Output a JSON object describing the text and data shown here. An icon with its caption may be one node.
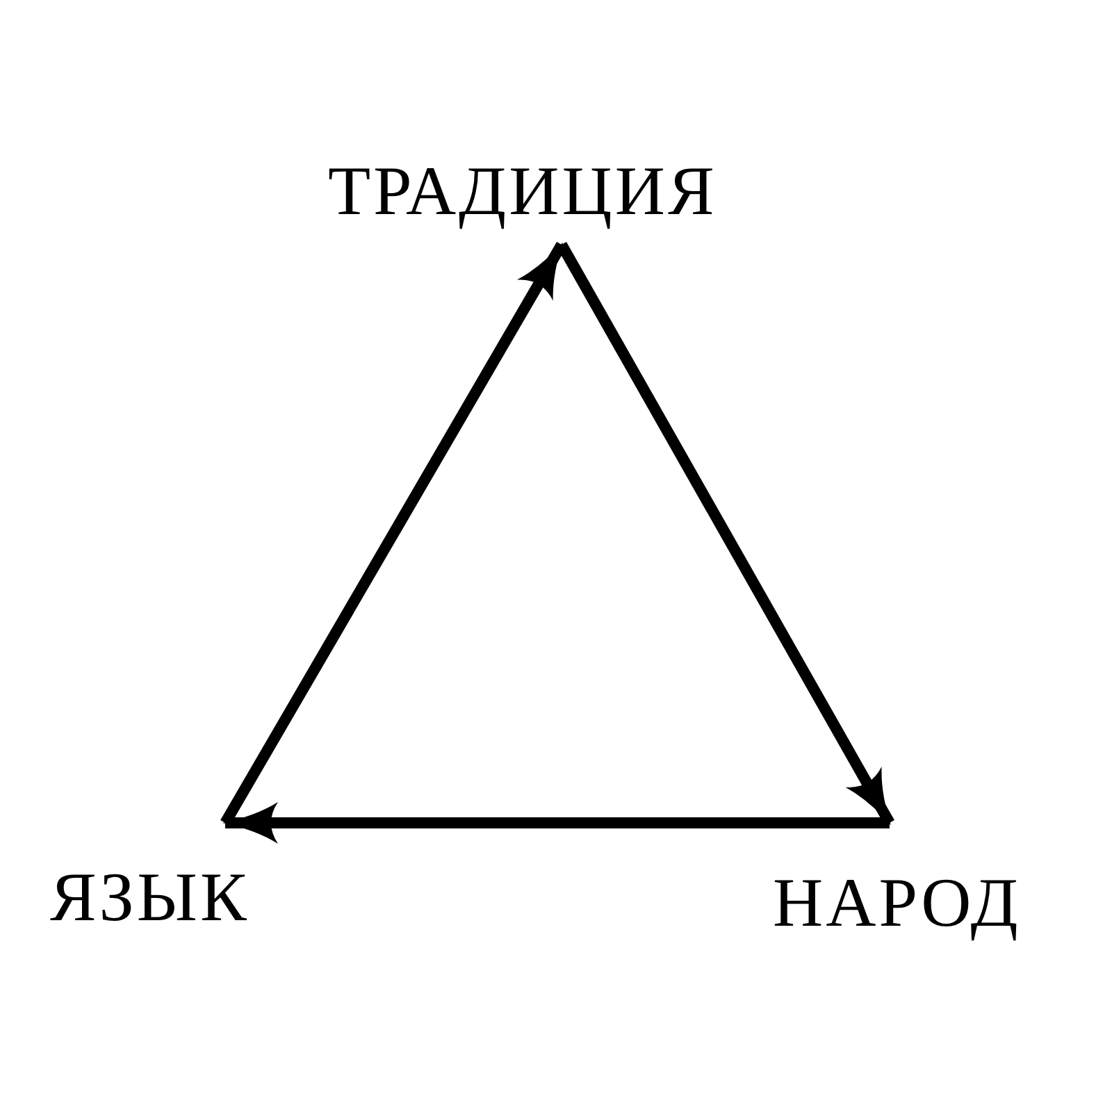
{
  "diagram": {
    "nodes": [
      {
        "text": [
          "ТРАДИЦИЯ"
        ]
      },
      {
        "text": [
          "НАРОД"
        ]
      },
      {
        "text": [
          "ЯЗЫК"
        ]
      }
    ],
    "edges": [
      {
        "from": 2,
        "to": 0,
        "arrow": "to"
      },
      {
        "from": 0,
        "to": 1,
        "arrow": "to"
      },
      {
        "from": 1,
        "to": 2,
        "arrow": "to"
      }
    ]
  }
}
